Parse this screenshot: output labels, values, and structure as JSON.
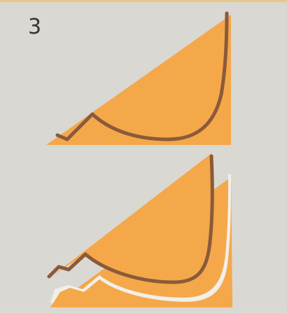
{
  "step": {
    "number": "3"
  },
  "colors": {
    "background": "#dad8d2",
    "panel_fill": "#f4a84a",
    "curve_stroke": "#8a5a3a",
    "curve_shadow": "#b07a4a",
    "white_gap": "#f2efe9"
  },
  "panels": [
    {
      "name": "top-panel",
      "shape": "right-triangle-with-curve"
    },
    {
      "name": "bottom-panel",
      "shape": "right-triangle-with-curve-split"
    }
  ]
}
